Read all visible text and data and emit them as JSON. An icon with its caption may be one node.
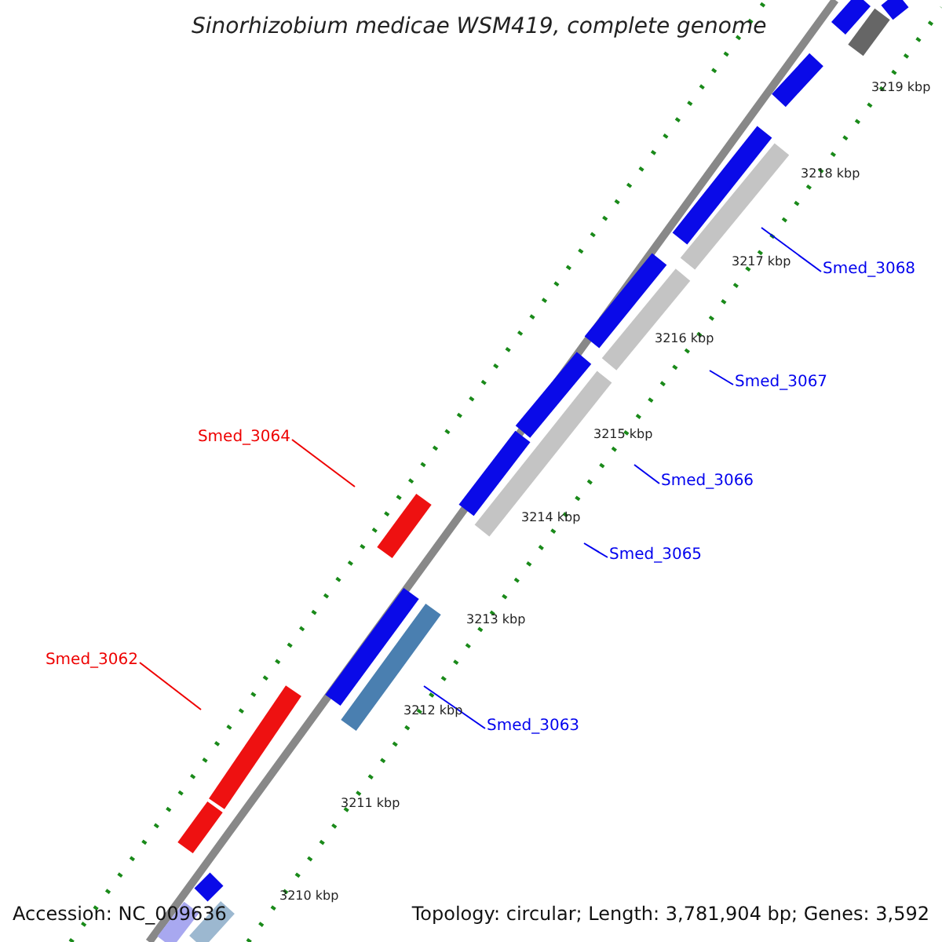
{
  "diagram": {
    "title": "Sinorhizobium medicae WSM419, complete genome",
    "nodes": [
      {
        "text": [
          "Smed_3068"
        ]
      },
      {
        "text": [
          "Smed_3067"
        ]
      },
      {
        "text": [
          "Smed_3064"
        ]
      },
      {
        "text": [
          "Smed_3066"
        ]
      },
      {
        "text": [
          "Smed_3065"
        ]
      },
      {
        "text": [
          "Smed_3062"
        ]
      },
      {
        "text": [
          "Smed_3063"
        ]
      }
    ],
    "edges": [
      {
        "from": 0,
        "to": null,
        "arrow": "none"
      },
      {
        "from": 1,
        "to": null,
        "arrow": "none"
      },
      {
        "from": 2,
        "to": null,
        "arrow": "none",
        "color": "#ee0000"
      },
      {
        "from": 3,
        "to": null,
        "arrow": "none"
      },
      {
        "from": 4,
        "to": null,
        "arrow": "none"
      },
      {
        "from": 5,
        "to": null,
        "arrow": "none",
        "color": "#ee0000"
      },
      {
        "from": 6,
        "to": null,
        "arrow": "none"
      }
    ],
    "labels": [
      "3219 kbp",
      "3218 kbp",
      "3217 kbp",
      "3216 kbp",
      "3215 kbp",
      "3214 kbp",
      "3213 kbp",
      "3212 kbp",
      "3211 kbp",
      "3210 kbp",
      "Accession: NC_009636",
      "Topology: circular; Length: 3,781,904 bp; Genes: 3,592"
    ]
  }
}
